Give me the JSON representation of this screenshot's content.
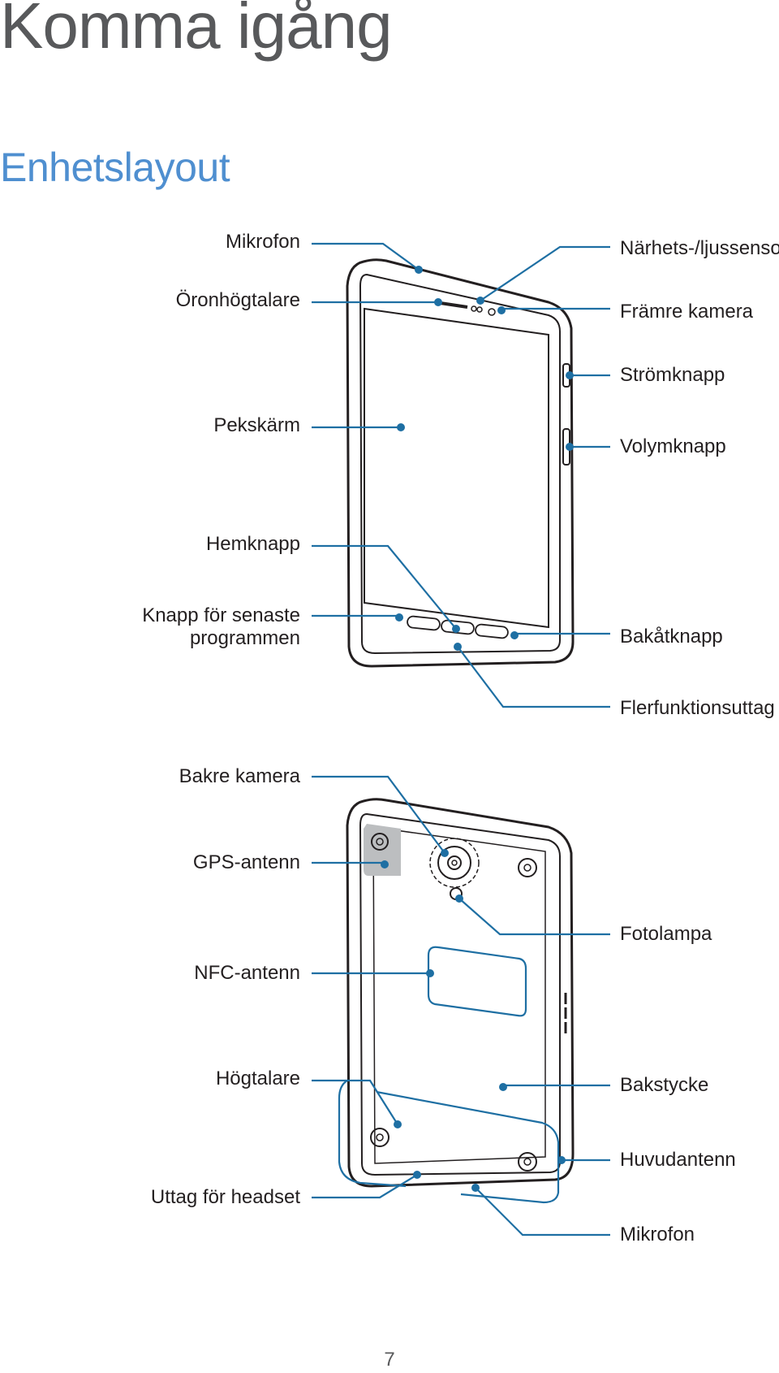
{
  "header": {
    "title": "Komma igång",
    "subtitle": "Enhetslayout"
  },
  "front": {
    "labels_left": {
      "microphone": "Mikrofon",
      "earpiece": "Öronhögtalare",
      "touchscreen": "Pekskärm",
      "home_key": "Hemknapp",
      "recent_apps_line1": "Knapp för senaste",
      "recent_apps_line2": "programmen"
    },
    "labels_right": {
      "proximity_sensor": "Närhets-/ljussensor",
      "front_camera": "Främre kamera",
      "power_key": "Strömknapp",
      "volume_key": "Volymknapp",
      "back_key": "Bakåtknapp",
      "multipurpose_jack": "Flerfunktionsuttag"
    }
  },
  "back": {
    "labels_left": {
      "rear_camera": "Bakre kamera",
      "gps_antenna": "GPS-antenn",
      "nfc_antenna": "NFC-antenn",
      "speaker": "Högtalare",
      "headset_jack": "Uttag för headset"
    },
    "labels_right": {
      "flash": "Fotolampa",
      "back_cover": "Bakstycke",
      "main_antenna": "Huvudantenn",
      "microphone": "Mikrofon"
    }
  },
  "footer": {
    "page_number": "7"
  },
  "colors": {
    "callout": "#1e6fa3",
    "title": "#58595b",
    "subtitle": "#4f8fd0"
  }
}
